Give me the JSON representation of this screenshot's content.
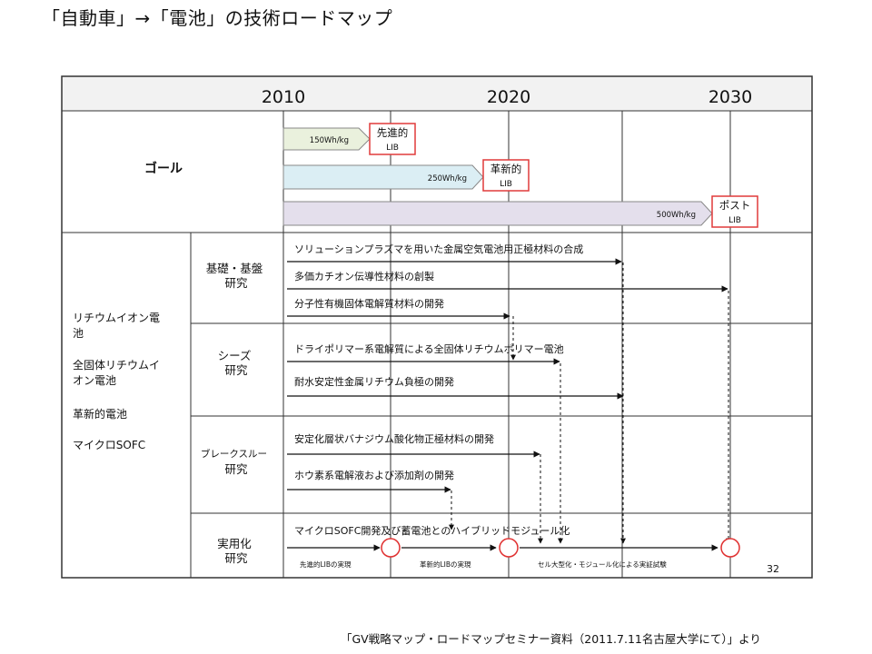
{
  "title": "「自動車」→「電池」の技術ロードマップ",
  "years": [
    "2010",
    "2020",
    "2030"
  ],
  "goal_section": {
    "label": "ゴール",
    "arrows": [
      {
        "label": "150Wh/kg",
        "target": [
          "先進的",
          "LIB"
        ],
        "fill": "#eaf1dd"
      },
      {
        "label": "250Wh/kg",
        "target": [
          "革新的",
          "LIB"
        ],
        "fill": "#dbeef4"
      },
      {
        "label": "500Wh/kg",
        "target": [
          "ポスト",
          "LIB"
        ],
        "fill": "#e4dfec"
      }
    ]
  },
  "left_categories": [
    "リチウムイオン電池",
    "全固体リチウムイオン電池",
    "革新的電池",
    "マイクロSOFC"
  ],
  "research_rows": [
    {
      "label": [
        "基礎・基盤",
        "研究"
      ],
      "items": [
        "ソリューションプラズマを用いた金属空気電池用正極材料の合成",
        "多価カチオン伝導性材料の創製",
        "分子性有機固体電解質材料の開発"
      ]
    },
    {
      "label": [
        "シーズ",
        "研究"
      ],
      "items": [
        "ドライポリマー系電解質による全固体リチウムポリマー電池",
        "耐水安定性金属リチウム負極の開発"
      ]
    },
    {
      "label": [
        "ブレークスルー",
        "研究"
      ],
      "items": [
        "安定化層状バナジウム酸化物正極材料の開発",
        "ホウ素系電解液および添加剤の開発"
      ]
    },
    {
      "label": [
        "実用化",
        "研究"
      ],
      "items": [
        "マイクロSOFC開発及び蓄電池とのハイブリッドモジュール化"
      ],
      "milestones": [
        "先進的LIBの実現",
        "革新的LIBの実現",
        "セル大型化・モジュール化による実証試験"
      ]
    }
  ],
  "slide_number": "32",
  "credit": "「GV戦略マップ・ロードマップセミナー資料（2011.7.11名古屋大学にて）」より",
  "colors": {
    "border": "#333333",
    "header_bg": "#f2f2f2",
    "milestone_red": "#e03030",
    "target_red": "#e03a3a"
  }
}
